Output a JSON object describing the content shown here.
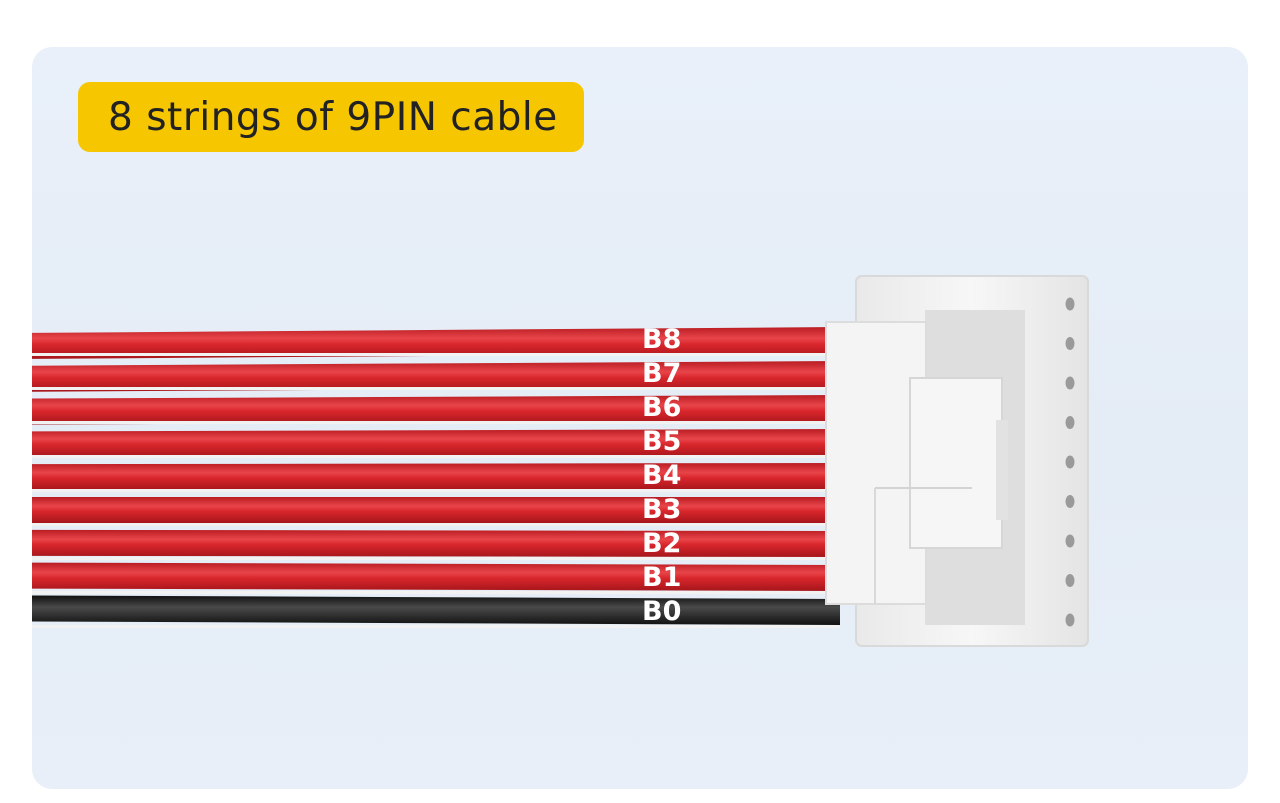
{
  "title": "8 strings of 9PIN cable",
  "wires": [
    {
      "label": "B8",
      "color": "#d8262c"
    },
    {
      "label": "B7",
      "color": "#d8262c"
    },
    {
      "label": "B6",
      "color": "#d8262c"
    },
    {
      "label": "B5",
      "color": "#d8262c"
    },
    {
      "label": "B4",
      "color": "#d8262c"
    },
    {
      "label": "B3",
      "color": "#d8262c"
    },
    {
      "label": "B2",
      "color": "#d8262c"
    },
    {
      "label": "B1",
      "color": "#d8262c"
    },
    {
      "label": "B0",
      "color": "#1e1e1e"
    }
  ],
  "colors": {
    "badge": "#f6c600",
    "background": "#e7eef8",
    "connector": "#f3f3f3",
    "red_wire": "#d8262c",
    "black_wire": "#1e1e1e"
  }
}
